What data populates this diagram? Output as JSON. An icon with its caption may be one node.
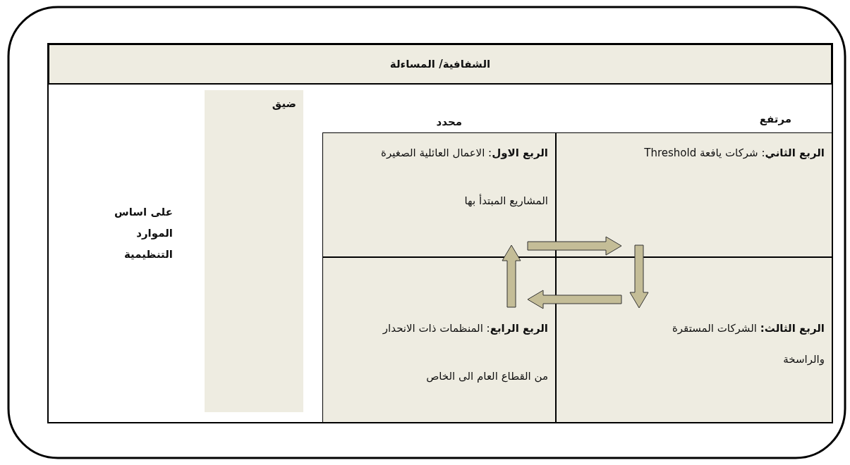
{
  "diagram": {
    "nodes": [
      {
        "text": [
          "الشفافية/ المساءلة"
        ]
      },
      {
        "text": [
          "ضيق"
        ]
      },
      {
        "text": [
          "**الربع الاول**: الاعمال العائلية الصغيرة",
          "المشاريع المبتدأ بها"
        ]
      },
      {
        "text": [
          "**الربع الثاني**: شركات يافعة Threshold"
        ]
      },
      {
        "text": [
          "**الربع الثالث:** الشركات المستقرة والراسخة"
        ]
      },
      {
        "text": [
          "**الربع الرابع**: المنظمات ذات الانحدار",
          "من القطاع العام الى الخاص"
        ]
      }
    ],
    "edges": [
      {
        "from": 2,
        "to": 3,
        "arrow": "to"
      },
      {
        "from": 3,
        "to": 4,
        "arrow": "to"
      },
      {
        "from": 4,
        "to": 5,
        "arrow": "to"
      },
      {
        "from": 5,
        "to": 2,
        "arrow": "to"
      }
    ],
    "labels": [
      "على اساس الموارد التنظيمية",
      "محدد",
      "مرتفع"
    ]
  }
}
